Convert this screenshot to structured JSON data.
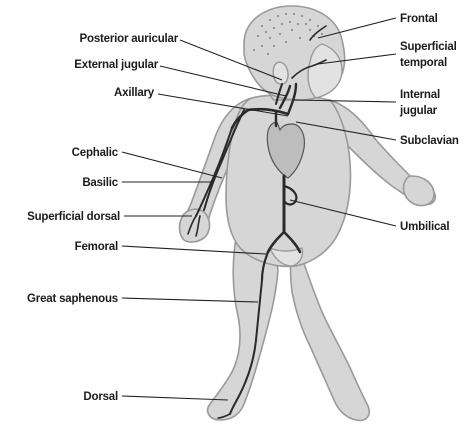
{
  "labels": {
    "frontal": "Frontal",
    "superficial_temporal_1": "Superficial",
    "superficial_temporal_2": "temporal",
    "internal_jugular_1": "Internal",
    "internal_jugular_2": "jugular",
    "subclavian": "Subclavian",
    "umbilical": "Umbilical",
    "posterior_auricular": "Posterior auricular",
    "external_jugular": "External jugular",
    "axillary": "Axillary",
    "cephalic": "Cephalic",
    "basilic": "Basilic",
    "superficial_dorsal": "Superficial dorsal",
    "femoral": "Femoral",
    "great_saphenous": "Great saphenous",
    "dorsal": "Dorsal"
  },
  "colors": {
    "skin": "#d6d6d6",
    "outline": "#9a9a9a",
    "vein": "#2a2a2a",
    "heart": "#bdbdbd",
    "text": "#1c1c1c"
  }
}
